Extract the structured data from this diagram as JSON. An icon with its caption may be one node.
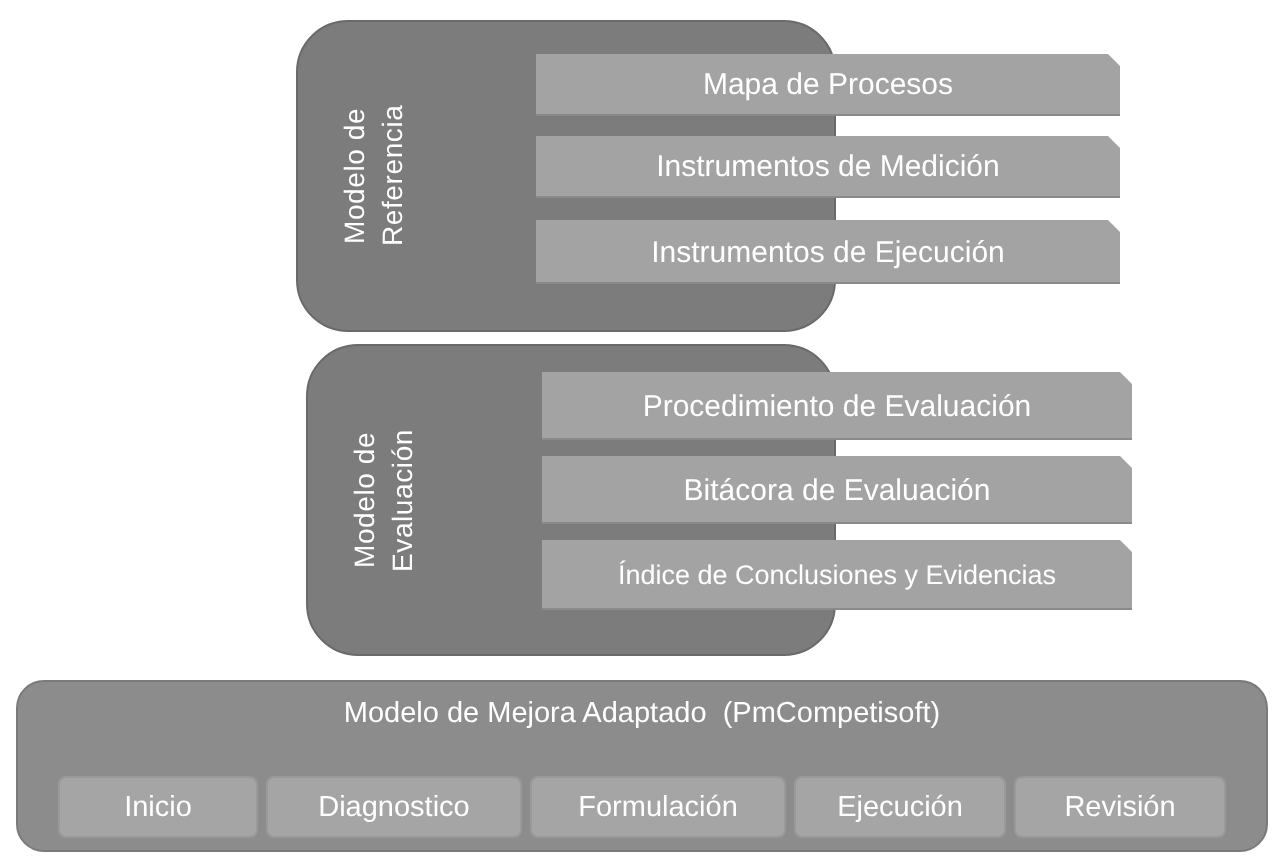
{
  "diagram": {
    "nodes": [
      {
        "text": [
          "Modelo de Referencia"
        ]
      },
      {
        "text": [
          "Mapa de Procesos"
        ]
      },
      {
        "text": [
          "Instrumentos de Medición"
        ]
      },
      {
        "text": [
          "Instrumentos de Ejecución"
        ]
      },
      {
        "text": [
          "Modelo de Evaluación"
        ]
      },
      {
        "text": [
          "Procedimiento de Evaluación"
        ]
      },
      {
        "text": [
          "Bitácora de Evaluación"
        ]
      },
      {
        "text": [
          "Índice de Conclusiones y Evidencias"
        ]
      },
      {
        "text": [
          "Modelo de Mejora Adaptado  (PmCompetisoft)"
        ]
      },
      {
        "text": [
          "Inicio"
        ],
        "in": 8
      },
      {
        "text": [
          "Diagnostico"
        ],
        "in": 8
      },
      {
        "text": [
          "Formulación"
        ],
        "in": 8
      },
      {
        "text": [
          "Ejecución"
        ],
        "in": 8
      },
      {
        "text": [
          "Revisión"
        ],
        "in": 8
      }
    ]
  }
}
